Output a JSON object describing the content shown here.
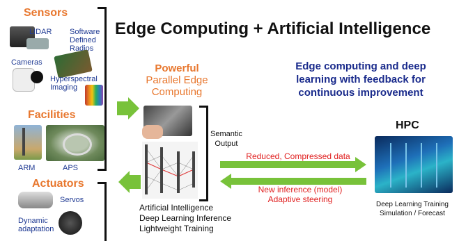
{
  "title": "Edge Computing + Artificial Intelligence",
  "sensors": {
    "heading": "Sensors",
    "lidar": "LIDAR",
    "radios": [
      "Software",
      "Defined",
      "Radios"
    ],
    "cameras": "Cameras",
    "hyperspectral": [
      "Hyperspectral",
      "Imaging"
    ]
  },
  "facilities": {
    "heading": "Facilities",
    "arm": "ARM",
    "aps": "APS"
  },
  "actuators": {
    "heading": "Actuators",
    "servos": "Servos",
    "dynamic": [
      "Dynamic",
      "adaptation"
    ]
  },
  "edge": {
    "line1": "Powerful",
    "line2": "Parallel Edge",
    "line3": "Computing"
  },
  "semantic": [
    "Semantic",
    "Output"
  ],
  "subtitle": [
    "Edge computing and deep",
    "learning with feedback for",
    "continuous improvement"
  ],
  "hpc": {
    "label": "HPC",
    "caption": [
      "Deep Learning Training",
      "Simulation / Forecast"
    ]
  },
  "arrows": {
    "forward": "Reduced, Compressed data",
    "back": [
      "New inference (model)",
      "Adaptive steering"
    ]
  },
  "ai_list": [
    "Artificial Intelligence",
    "Deep Learning Inference",
    "Lightweight Training"
  ],
  "colors": {
    "orange": "#e8772e",
    "navy": "#1a2b8c",
    "green": "#78c23a",
    "red": "#e02020"
  }
}
